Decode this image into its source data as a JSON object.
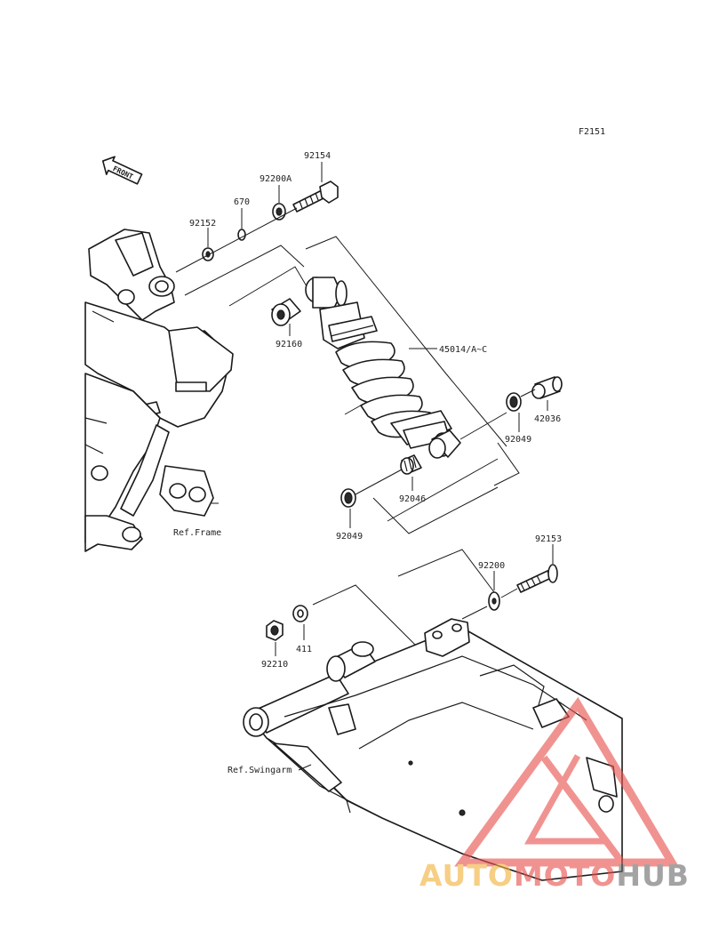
{
  "figure_code": "F2151",
  "front_badge": "FRONT",
  "labels": {
    "p92154": "92154",
    "p92200A": "92200A",
    "p670": "670",
    "p92152": "92152",
    "p92160": "92160",
    "p45014": "45014/A~C",
    "p42036": "42036",
    "p92049_right": "92049",
    "p92046": "92046",
    "p92049_left": "92049",
    "ref_frame": "Ref.Frame",
    "p92153": "92153",
    "p92200": "92200",
    "p411": "411",
    "p92210": "92210",
    "ref_swingarm": "Ref.Swingarm"
  },
  "watermark": {
    "part_a": "AUTO",
    "part_b": "MOTO",
    "part_c": "HUB",
    "color_a": "#f2b23c",
    "color_b": "#e8524d",
    "color_c": "#6b6b6b"
  }
}
